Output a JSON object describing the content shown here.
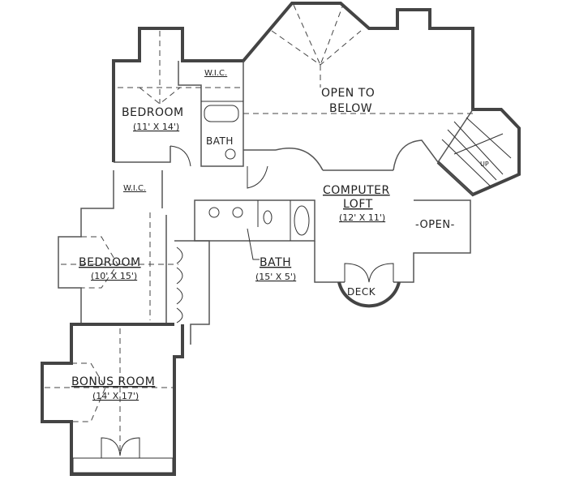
{
  "floor_plan": {
    "rooms": [
      {
        "id": "bedroom1",
        "name": "BEDROOM",
        "size": "(11' X 14')"
      },
      {
        "id": "wic1",
        "name": "W.I.C."
      },
      {
        "id": "bath1",
        "name": "BATH"
      },
      {
        "id": "open_to_below",
        "name": "OPEN TO",
        "name2": "BELOW"
      },
      {
        "id": "computer_loft",
        "name": "COMPUTER",
        "name2": "LOFT",
        "size": "(12' X 11')"
      },
      {
        "id": "open",
        "name": "-OPEN-"
      },
      {
        "id": "stairs",
        "name": "UP"
      },
      {
        "id": "wic2",
        "name": "W.I.C."
      },
      {
        "id": "bedroom2",
        "name": "BEDROOM",
        "size": "(10' X 15')"
      },
      {
        "id": "bath2",
        "name": "BATH",
        "size": "(15' X 5')"
      },
      {
        "id": "deck",
        "name": "DECK"
      },
      {
        "id": "bonus_room",
        "name": "BONUS ROOM",
        "size": "(14' X 17')"
      }
    ]
  }
}
